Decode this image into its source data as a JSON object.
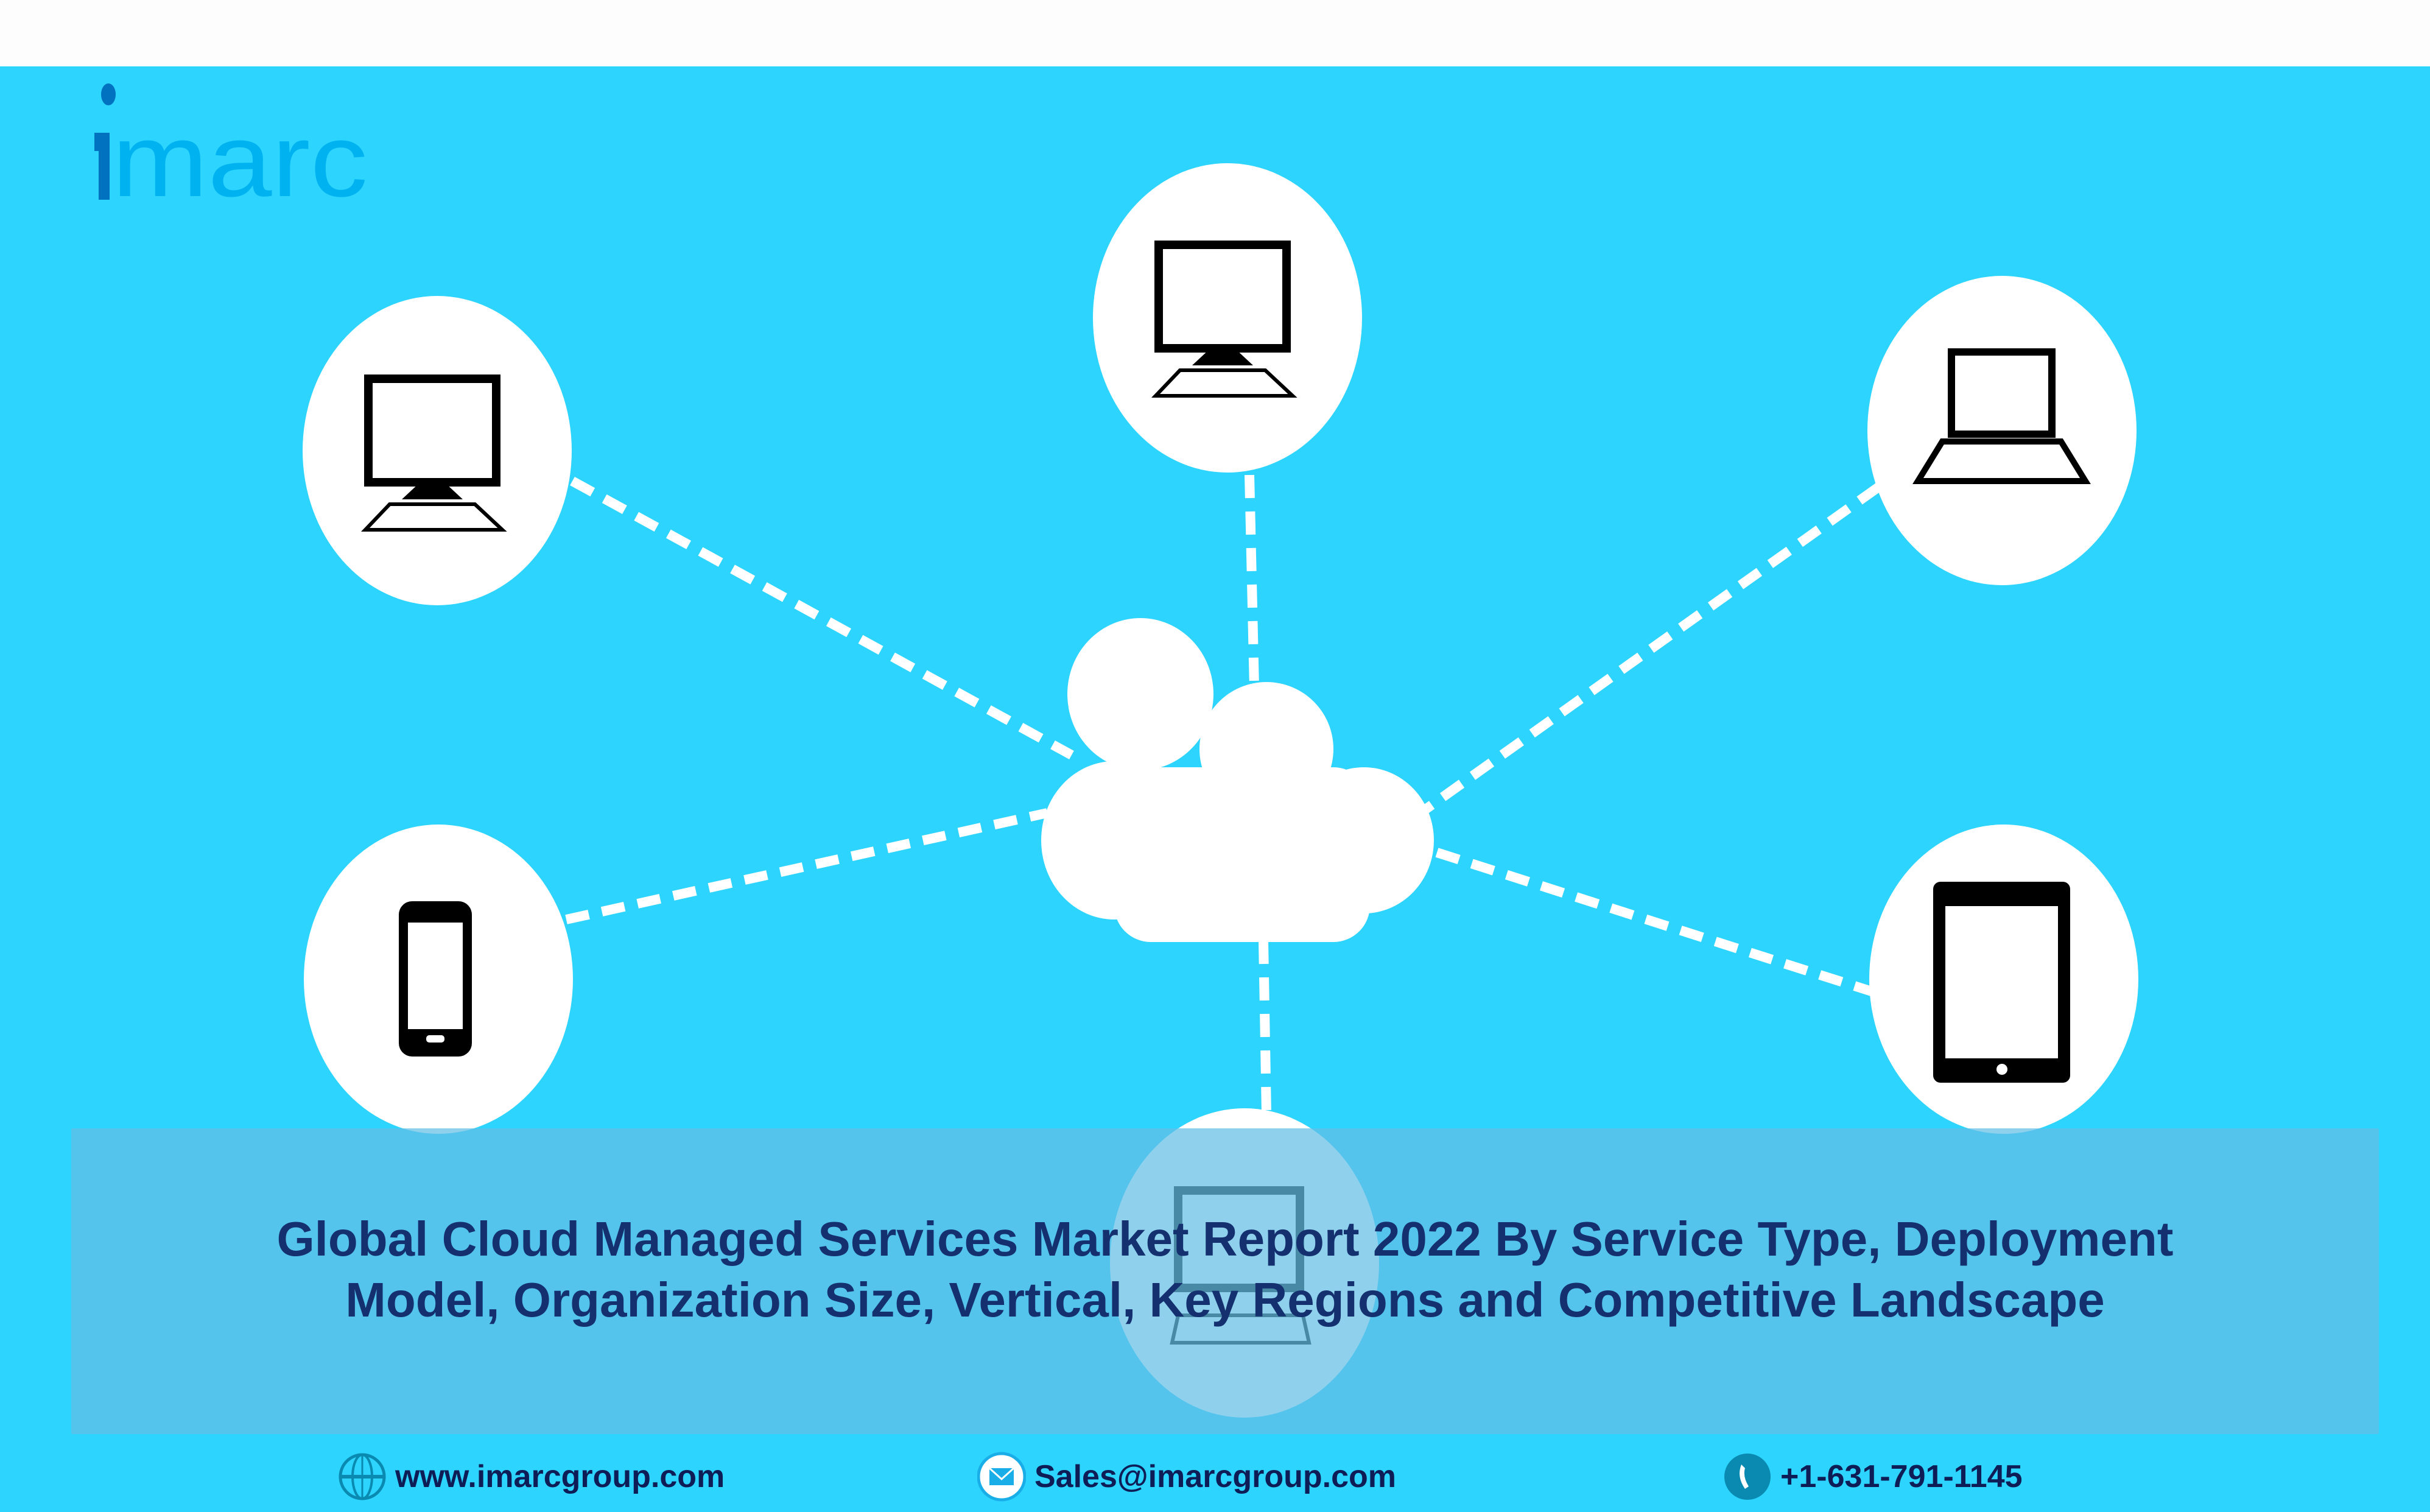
{
  "logo": {
    "text": "imarc"
  },
  "title": {
    "line1": "Global Cloud Managed Services Market Report 2022 By Service Type, Deployment",
    "line2": "Model, Organization Size, Vertical, Key Regions and Competitive Landscape"
  },
  "footer": {
    "website": "www.imarcgroup.com",
    "email": "Sales@imarcgroup.com",
    "phone": "+1-631-791-1145"
  },
  "colors": {
    "background": "#2cd4fe",
    "title_text": "#14306e",
    "logo_i": "#0072c0",
    "logo_rest": "#00b3f0"
  }
}
